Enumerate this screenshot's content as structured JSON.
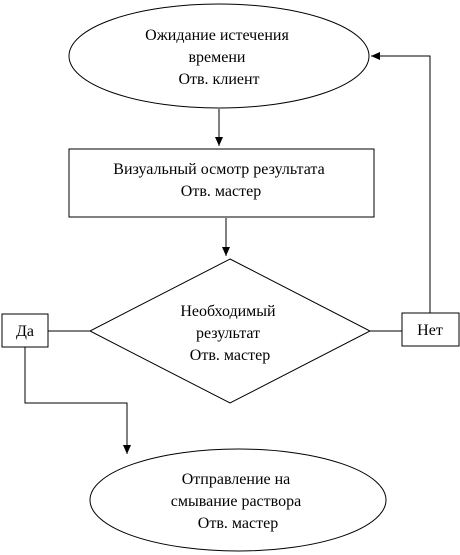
{
  "diagram": {
    "nodes": {
      "wait": {
        "shape": "ellipse",
        "lines": [
          "Ожидание истечения",
          "времени",
          "Отв. клиент"
        ]
      },
      "inspect": {
        "shape": "rectangle",
        "lines": [
          "Визуальный осмотр результата",
          "Отв. мастер"
        ]
      },
      "decision": {
        "shape": "diamond",
        "lines": [
          "Необходимый",
          "результат",
          "Отв. мастер"
        ]
      },
      "yes": {
        "shape": "rectangle",
        "lines": [
          "Да"
        ]
      },
      "no": {
        "shape": "rectangle",
        "lines": [
          "Нет"
        ]
      },
      "send": {
        "shape": "ellipse",
        "lines": [
          "Отправление на",
          "смывание раствора",
          "Отв. мастер"
        ]
      }
    },
    "edges": [
      {
        "from": "wait",
        "to": "inspect"
      },
      {
        "from": "inspect",
        "to": "decision"
      },
      {
        "from": "decision",
        "to": "yes"
      },
      {
        "from": "decision",
        "to": "no"
      },
      {
        "from": "yes",
        "to": "send"
      },
      {
        "from": "no",
        "to": "wait"
      }
    ]
  }
}
